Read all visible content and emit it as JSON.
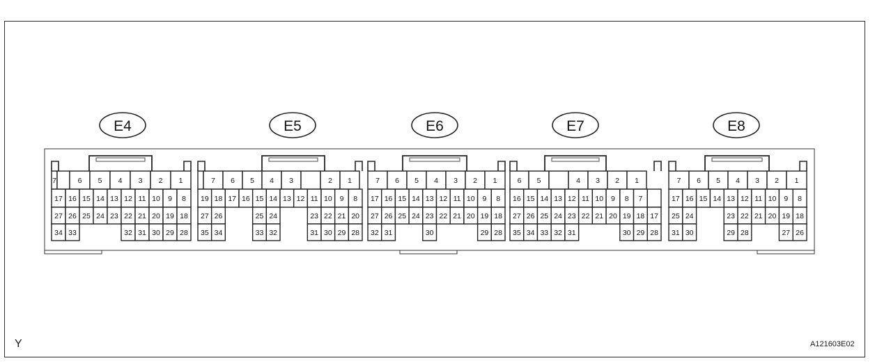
{
  "view_letter": "Y",
  "figure_id": "A121603E02",
  "connectors": [
    {
      "label": "E4",
      "rows": [
        [
          "7",
          "",
          "6",
          "5",
          "4",
          "3",
          "2",
          "1"
        ],
        [
          "17",
          "16",
          "15",
          "14",
          "13",
          "12",
          "11",
          "10",
          "9",
          "8"
        ],
        [
          "27",
          "26",
          "25",
          "24",
          "23",
          "22",
          "21",
          "20",
          "19",
          "18"
        ],
        [
          "34",
          "33",
          null,
          null,
          null,
          "32",
          "31",
          "30",
          "29",
          "28"
        ]
      ]
    },
    {
      "label": "E5",
      "rows": [
        [
          "",
          "7",
          "6",
          "5",
          "4",
          "3",
          "",
          "2",
          "1"
        ],
        [
          "19",
          "18",
          "17",
          "16",
          "15",
          "14",
          "13",
          "12",
          "11",
          "10",
          "9",
          "8"
        ],
        [
          "27",
          "26",
          null,
          null,
          "25",
          "24",
          null,
          null,
          "23",
          "22",
          "21",
          "20"
        ],
        [
          "35",
          "34",
          null,
          null,
          "33",
          "32",
          null,
          null,
          "31",
          "30",
          "29",
          "28"
        ]
      ]
    },
    {
      "label": "E6",
      "rows": [
        [
          "7",
          "6",
          "5",
          "4",
          "3",
          "2",
          "1"
        ],
        [
          "17",
          "16",
          "15",
          "14",
          "13",
          "12",
          "11",
          "10",
          "9",
          "8"
        ],
        [
          "27",
          "26",
          "25",
          "24",
          "23",
          "22",
          "21",
          "20",
          "19",
          "18"
        ],
        [
          "32",
          "31",
          null,
          null,
          "30",
          null,
          null,
          null,
          "29",
          "28"
        ]
      ]
    },
    {
      "label": "E7",
      "rows": [
        [
          "6",
          "5",
          "",
          "4",
          "3",
          "2",
          "1"
        ],
        [
          "16",
          "15",
          "14",
          "13",
          "12",
          "11",
          "10",
          "9",
          "8",
          "7",
          ""
        ],
        [
          "27",
          "26",
          "25",
          "24",
          "23",
          "22",
          "21",
          "20",
          "19",
          "18",
          "17"
        ],
        [
          "35",
          "34",
          "33",
          "32",
          "31",
          null,
          null,
          null,
          "30",
          "29",
          "28"
        ]
      ]
    },
    {
      "label": "E8",
      "rows": [
        [
          "7",
          "6",
          "5",
          "4",
          "3",
          "2",
          "1"
        ],
        [
          "17",
          "16",
          "15",
          "14",
          "13",
          "12",
          "11",
          "10",
          "9",
          "8"
        ],
        [
          "25",
          "24",
          null,
          null,
          "23",
          "22",
          "21",
          "20",
          "19",
          "18"
        ],
        [
          "31",
          "30",
          null,
          null,
          "29",
          "28",
          null,
          null,
          "27",
          "26"
        ]
      ]
    }
  ]
}
